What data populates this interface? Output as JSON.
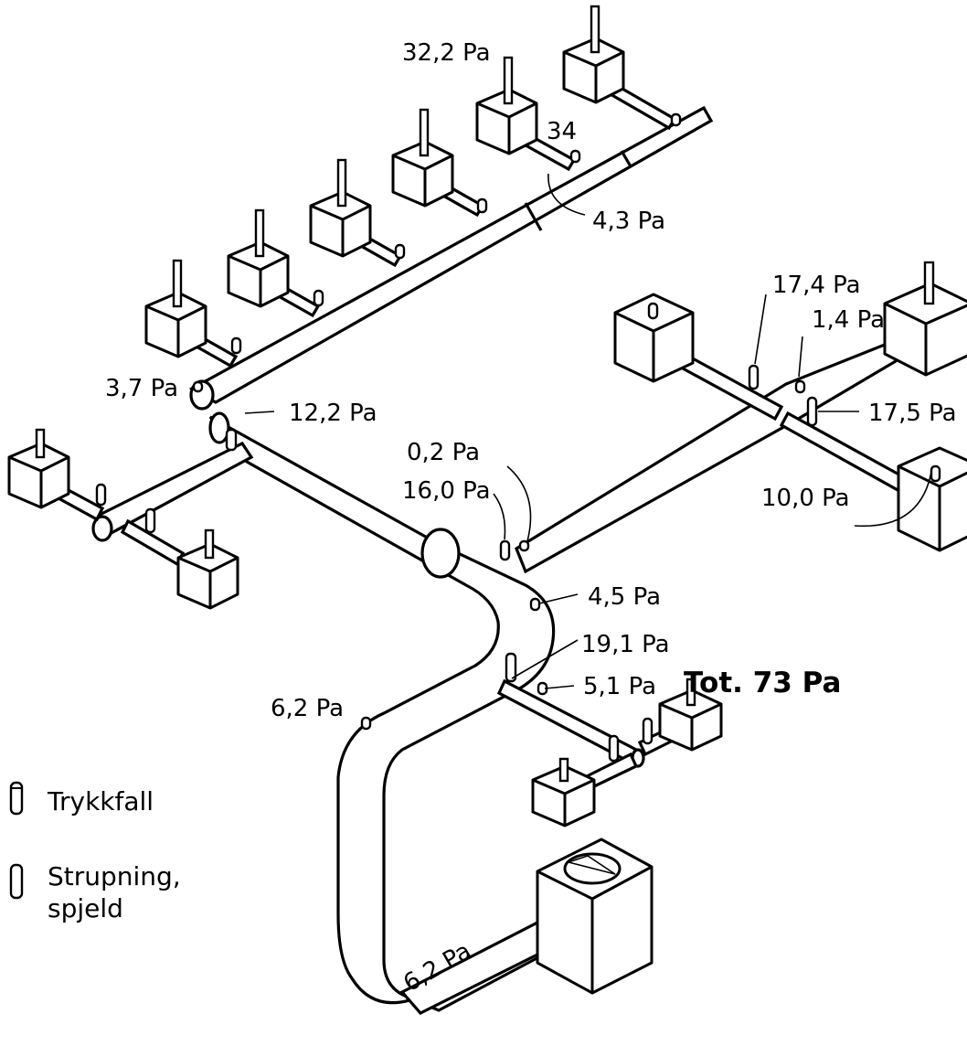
{
  "labels": {
    "p_32_2": "32,2 Pa",
    "p_34": "34",
    "p_4_3": "4,3 Pa",
    "p_3_7": "3,7 Pa",
    "p_12_2": "12,2 Pa",
    "p_17_4": "17,4 Pa",
    "p_1_4": "1,4 Pa",
    "p_17_5": "17,5 Pa",
    "p_10_0": "10,0 Pa",
    "p_0_2": "0,2 Pa",
    "p_16_0": "16,0 Pa",
    "p_4_5": "4,5 Pa",
    "p_19_1": "19,1 Pa",
    "p_5_1": "5,1 Pa",
    "p_6_2_top": "6,2 Pa",
    "p_6_2_bottom": "6,2 Pa"
  },
  "legend": {
    "pressure_drop": "Trykkfall",
    "throttling_line1": "Strupning,",
    "throttling_line2": "spjeld"
  },
  "total": "Tot. 73 Pa"
}
